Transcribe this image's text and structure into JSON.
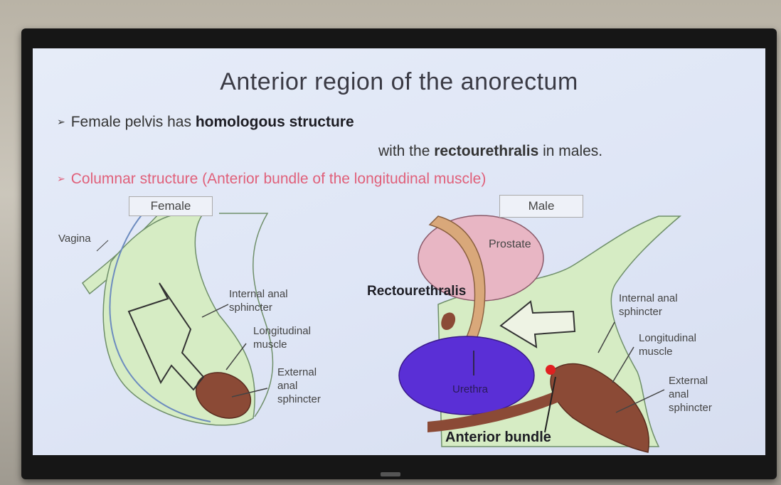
{
  "slide": {
    "title": "Anterior region of the anorectum",
    "bullet1_start": "Female pelvis has ",
    "bullet1_bold": "homologous structure",
    "bullet1_line2_start": "with the ",
    "bullet1_line2_bold": "rectourethralis",
    "bullet1_line2_end": " in males.",
    "bullet2": "Columnar structure (Anterior bundle of the longitudinal muscle)",
    "bullet_marker": "➢"
  },
  "female_diagram": {
    "box_label": "Female",
    "vagina": "Vagina",
    "internal_anal_sphincter": "Internal anal\nsphincter",
    "longitudinal_muscle": "Longitudinal\nmuscle",
    "external_anal_sphincter": "External\nanal\nsphincter"
  },
  "male_diagram": {
    "box_label": "Male",
    "prostate": "Prostate",
    "rectourethralis": "Rectourethralis",
    "urethra": "Urethra",
    "anterior_bundle": "Anterior bundle",
    "internal_anal_sphincter": "Internal anal\nsphincter",
    "longitudinal_muscle": "Longitudinal\nmuscle",
    "external_anal_sphincter": "External\nanal\nsphincter"
  },
  "colors": {
    "slide_bg": "#e3e9f6",
    "muscle_green": "#d6ecc4",
    "sphincter_brown": "#8b4a36",
    "prostate_pink": "#e8b6c4",
    "urethra_tan": "#d9a87a",
    "urethra_blue": "#5a2fd6",
    "bullet_pink": "#e0607a"
  }
}
